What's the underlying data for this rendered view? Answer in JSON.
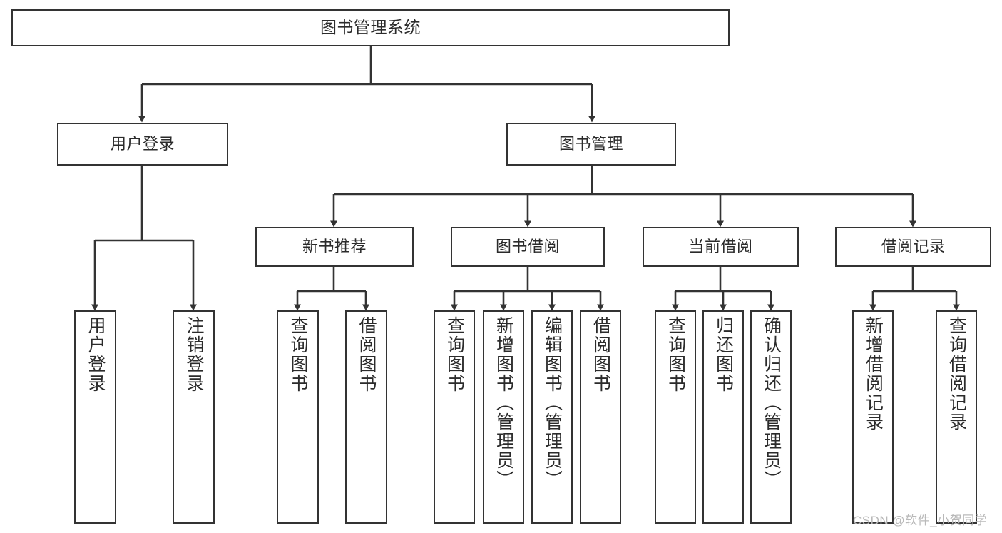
{
  "diagram": {
    "title": "图书管理系统",
    "type": "tree",
    "colors": {
      "box_stroke": "#333333",
      "box_fill": "#ffffff",
      "edge_stroke": "#333333",
      "text": "#2b2b2b",
      "watermark": "#b9b9b9"
    },
    "nodes": {
      "root": {
        "label": "图书管理系统"
      },
      "level1": [
        {
          "id": "user-login",
          "label": "用户登录"
        },
        {
          "id": "book-manage",
          "label": "图书管理"
        }
      ],
      "level2": [
        {
          "id": "new-book-recommend",
          "label": "新书推荐"
        },
        {
          "id": "book-borrow",
          "label": "图书借阅"
        },
        {
          "id": "current-borrow",
          "label": "当前借阅"
        },
        {
          "id": "borrow-record",
          "label": "借阅记录"
        }
      ],
      "leaves": [
        {
          "id": "leaf-user-login",
          "label": "用户登录",
          "parent": "user-login"
        },
        {
          "id": "leaf-logout-login",
          "label": "注销登录",
          "parent": "user-login"
        },
        {
          "id": "leaf-query-book-1",
          "label": "查询图书",
          "parent": "new-book-recommend"
        },
        {
          "id": "leaf-borrow-book-1",
          "label": "借阅图书",
          "parent": "new-book-recommend"
        },
        {
          "id": "leaf-query-book-2",
          "label": "查询图书",
          "parent": "book-borrow"
        },
        {
          "id": "leaf-add-book",
          "label": "新增图书（管理员）",
          "parent": "book-borrow"
        },
        {
          "id": "leaf-edit-book",
          "label": "编辑图书（管理员）",
          "parent": "book-borrow"
        },
        {
          "id": "leaf-borrow-book-2",
          "label": "借阅图书",
          "parent": "book-borrow"
        },
        {
          "id": "leaf-query-book-3",
          "label": "查询图书",
          "parent": "current-borrow"
        },
        {
          "id": "leaf-return-book",
          "label": "归还图书",
          "parent": "current-borrow"
        },
        {
          "id": "leaf-confirm-return",
          "label": "确认归还（管理员）",
          "parent": "current-borrow"
        },
        {
          "id": "leaf-add-record",
          "label": "新增借阅记录",
          "parent": "borrow-record"
        },
        {
          "id": "leaf-query-record",
          "label": "查询借阅记录",
          "parent": "borrow-record"
        }
      ]
    },
    "watermark": "CSDN @软件_小贺同学"
  }
}
